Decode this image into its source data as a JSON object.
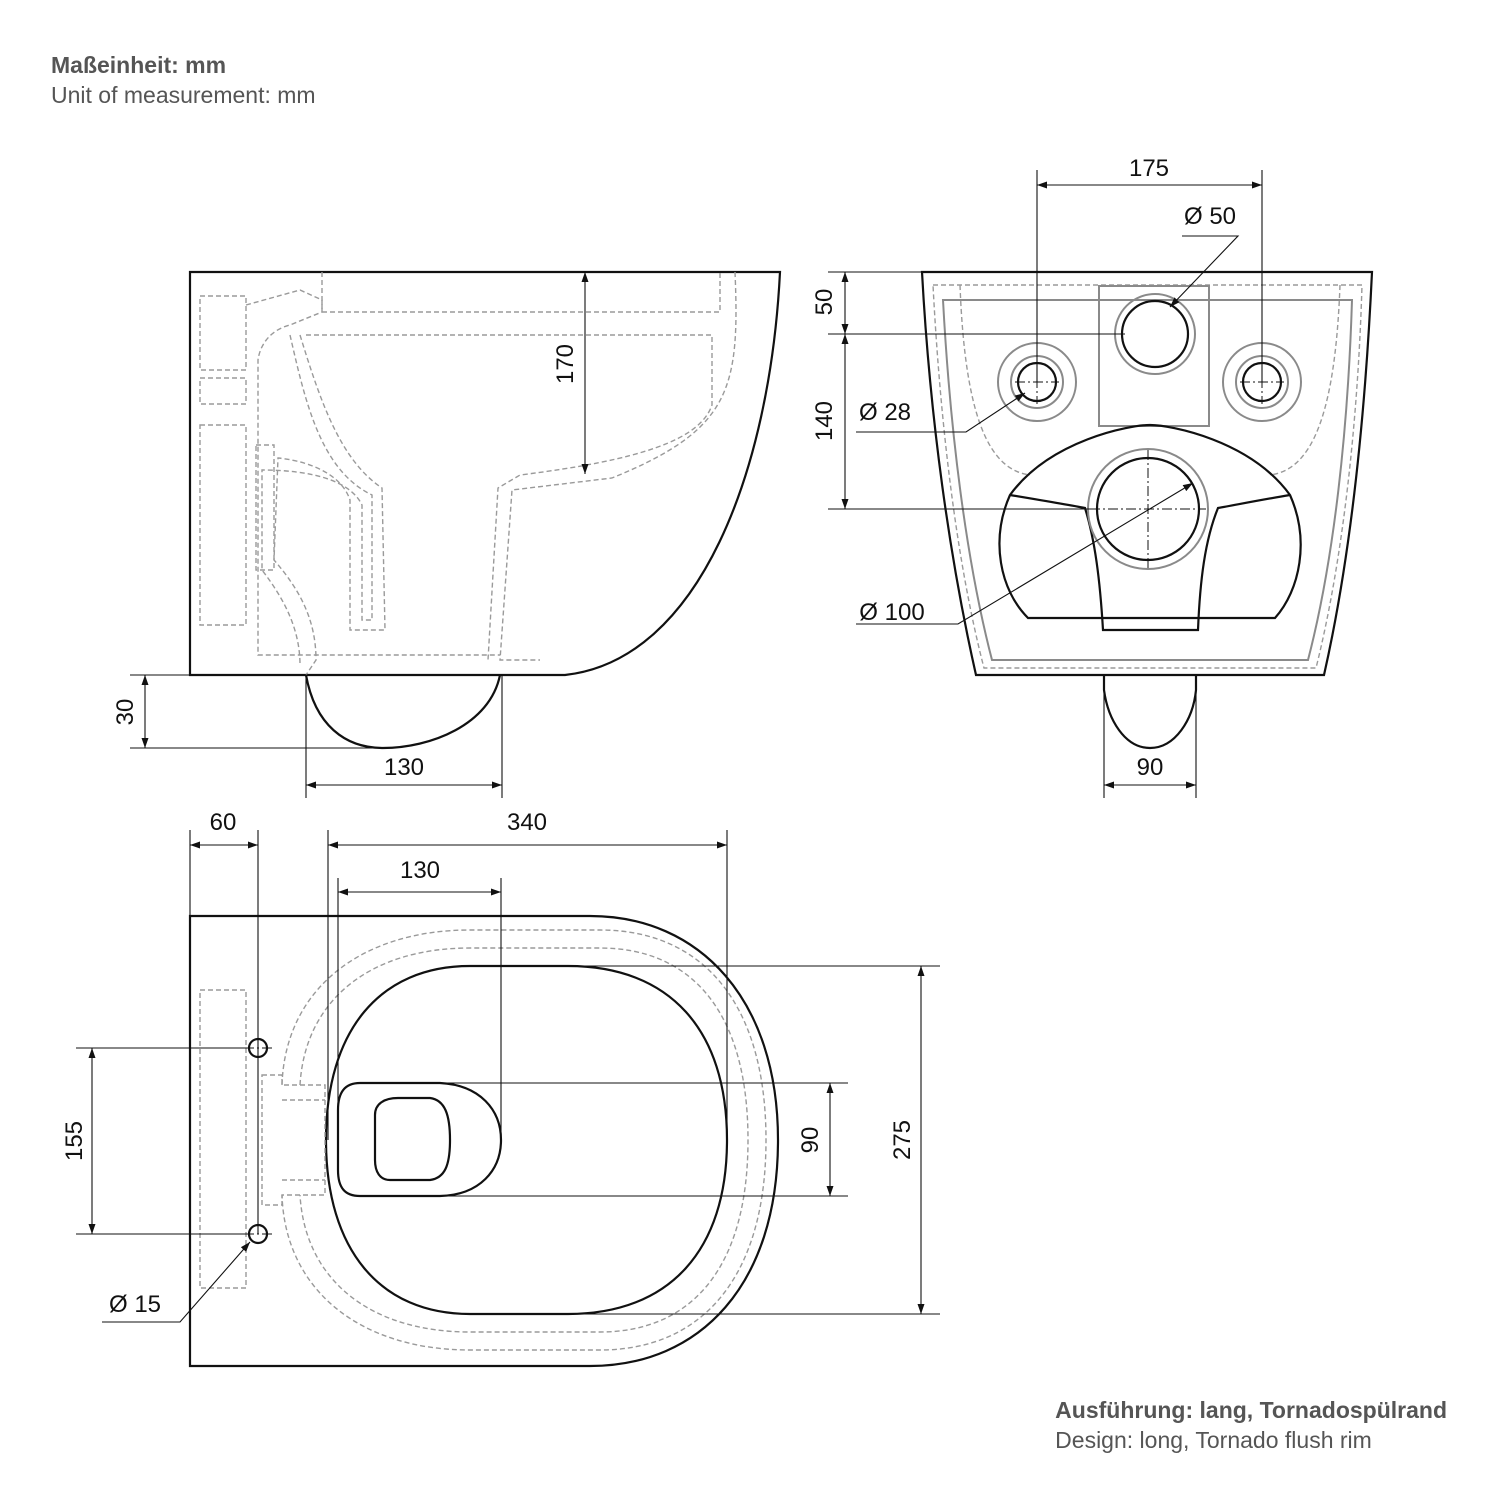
{
  "header": {
    "unit_de": "Maßeinheit: mm",
    "unit_en": "Unit of measurement: mm"
  },
  "footer": {
    "design_de": "Ausführung: lang, Tornadospülrand",
    "design_en": "Design: long, Tornado flush rim"
  },
  "side_view": {
    "depth_170": "170",
    "height_30": "30",
    "width_130": "130"
  },
  "rear_view": {
    "spacing_175": "175",
    "dia_50": "Ø 50",
    "height_50": "50",
    "height_140": "140",
    "dia_28": "Ø 28",
    "dia_100": "Ø 100",
    "width_90": "90"
  },
  "top_view": {
    "offset_60": "60",
    "length_340": "340",
    "length_130": "130",
    "spacing_155": "155",
    "dia_15": "Ø 15",
    "width_90": "90",
    "width_275": "275"
  },
  "colors": {
    "line": "#111111",
    "hidden": "#9a9a9a",
    "text_gray": "#555555"
  }
}
